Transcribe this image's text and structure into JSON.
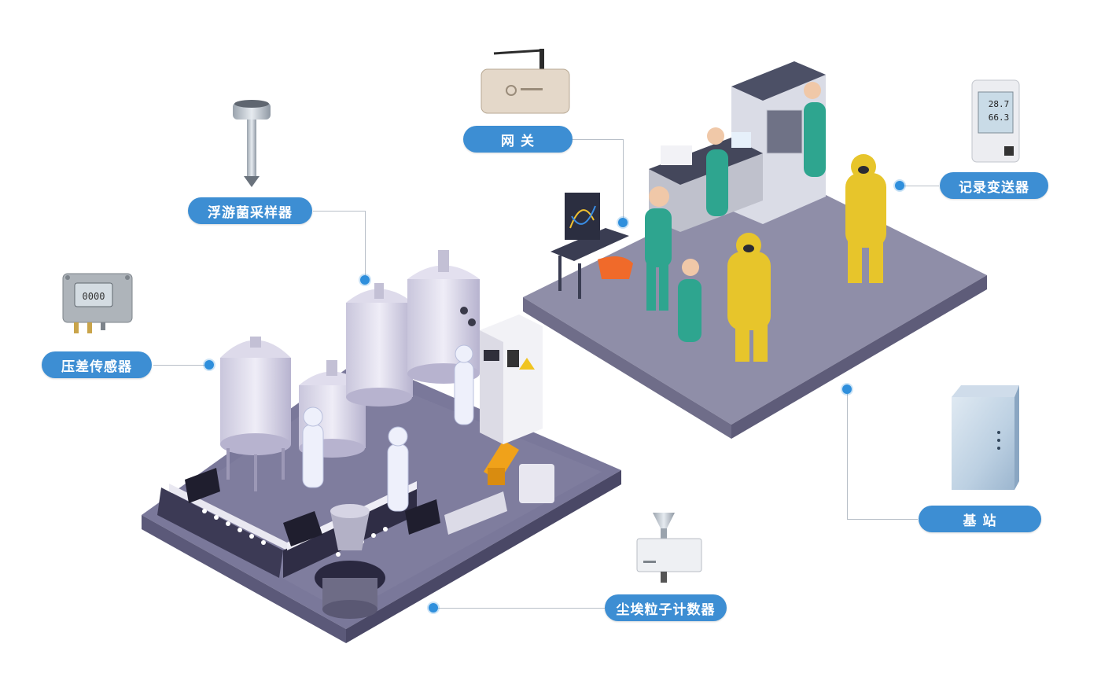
{
  "labels": {
    "air_sampler": "浮游菌采样器",
    "pressure_sensor": "压差传感器",
    "gateway": "网 关",
    "recorder": "记录变送器",
    "base_station": "基 站",
    "particle_counter": "尘埃粒子计数器"
  },
  "devices": {
    "pressure_sensor_display": "0000",
    "recorder_temperature": "28.7",
    "recorder_humidity": "66.3"
  },
  "colors": {
    "label_bg": "#3d8ed3",
    "dot": "#2f8fdc",
    "floor_left": "#7a789a",
    "floor_right": "#8f8ea8",
    "hazmat": "#e7c52b",
    "scrubs": "#2ea58f"
  }
}
